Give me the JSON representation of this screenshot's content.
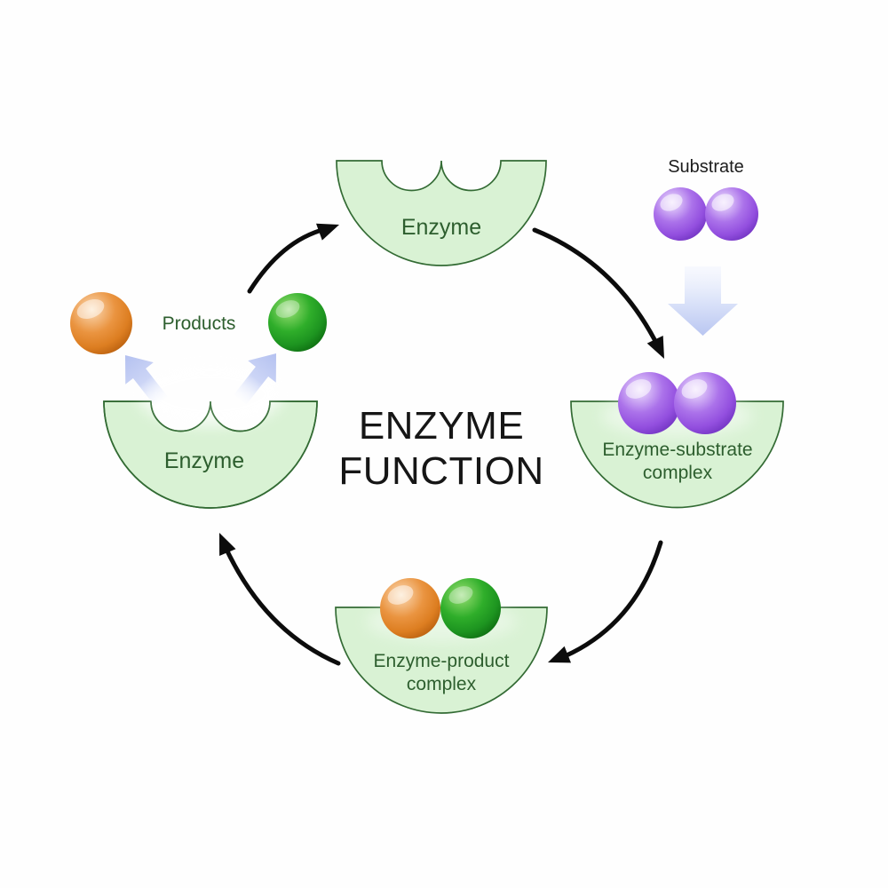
{
  "title": {
    "line1": "ENZYME",
    "line2": "FUNCTION"
  },
  "stages": {
    "enzyme_top": {
      "label": "Enzyme"
    },
    "substrate": {
      "label": "Substrate"
    },
    "enzyme_substrate_complex": {
      "line1": "Enzyme-substrate",
      "line2": "complex"
    },
    "enzyme_product_complex": {
      "line1": "Enzyme-product",
      "line2": "complex"
    },
    "enzyme_left": {
      "label": "Enzyme"
    },
    "products": {
      "label": "Products"
    }
  },
  "colors": {
    "background": "#fefefe",
    "enzyme_fill": "#d9f2d4",
    "enzyme_stroke": "#336b34",
    "stage_label_green": "#2d5e2e",
    "title_text": "#161616",
    "substrate_label_text": "#1c1c1c",
    "substrate_sphere_purple": "#9a5ce4",
    "product_sphere_orange": "#e78b36",
    "product_sphere_green": "#1f9e1f",
    "cycle_arrow_black": "#0c0c0c",
    "transfer_arrow_blue": "#bcc8f2"
  }
}
